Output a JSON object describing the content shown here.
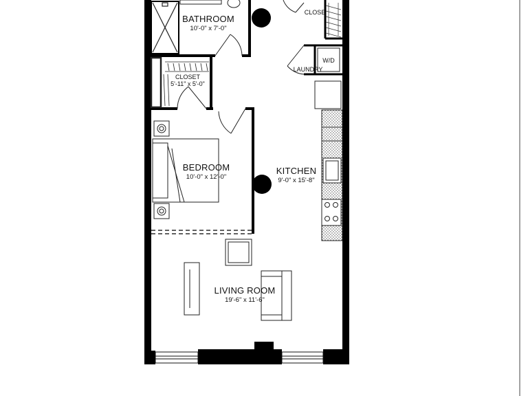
{
  "rooms": {
    "bathroom": {
      "name": "BATHROOM",
      "dims": "10'-0\" x 7'-0\""
    },
    "closet_top": {
      "name": "CLOSE"
    },
    "laundry": {
      "name": "LAUNDRY",
      "unit": "W/D"
    },
    "closet": {
      "name": "CLOSET",
      "dims": "5'-11\" x 5'-0\""
    },
    "bedroom": {
      "name": "BEDROOM",
      "dims": "10'-0\" x 12'-0\""
    },
    "kitchen": {
      "name": "KITCHEN",
      "dims": "9'-0\" x 15'-8\""
    },
    "living": {
      "name": "LIVING ROOM",
      "dims": "19'-6\" x 11'-6\""
    }
  },
  "colors": {
    "wall": "#000000",
    "line": "#222222",
    "counter": "#d9d9d9",
    "paper": "#ffffff"
  }
}
